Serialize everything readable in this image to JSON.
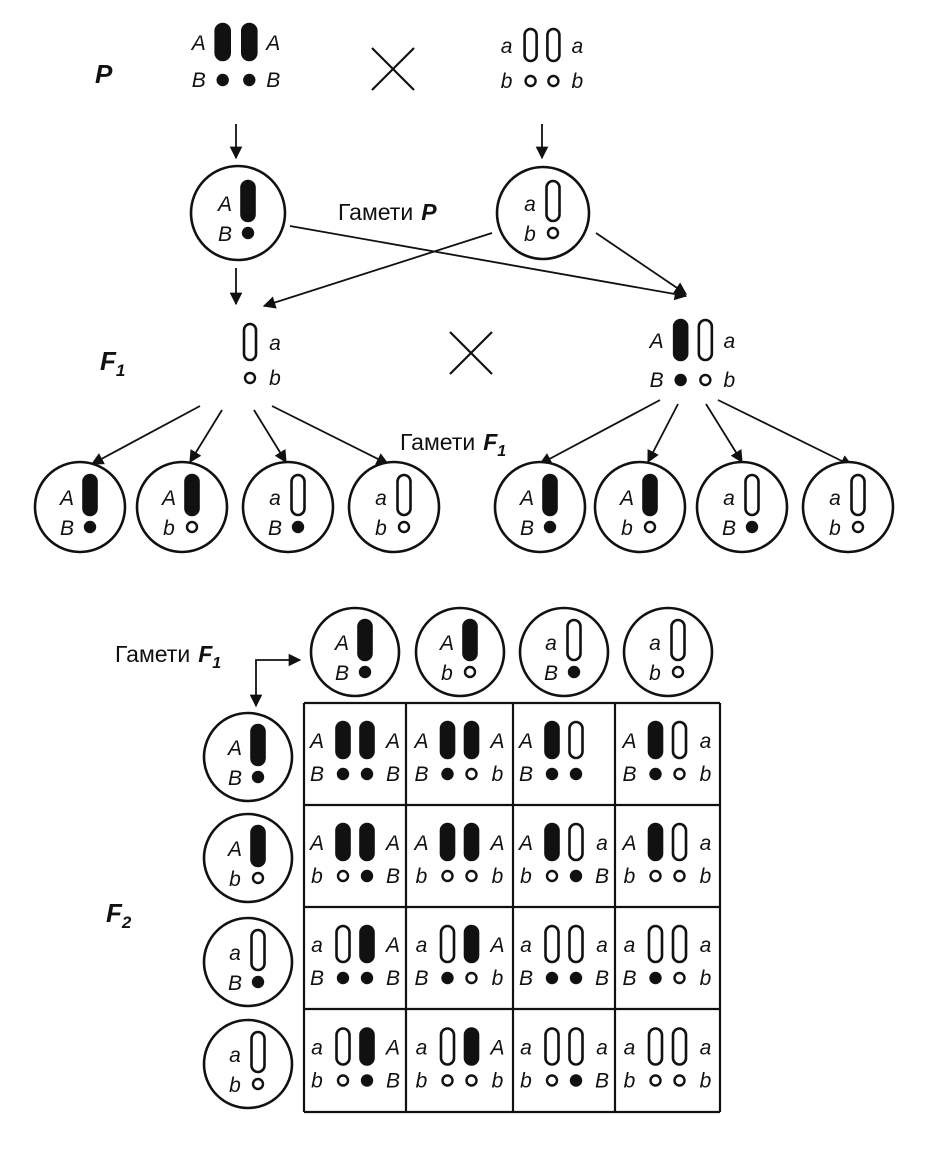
{
  "labels": {
    "P": "P",
    "F1": "F",
    "F1_sub": "1",
    "F2": "F",
    "F2_sub": "2",
    "gametes_P": "Гамети",
    "gametes_P_letter": "P",
    "gametes_F1_a": "Гамети",
    "gametes_F1_a_letter": "F",
    "gametes_F1_a_sub": "1",
    "gametes_F1_b": "Гамети",
    "gametes_F1_b_letter": "F",
    "gametes_F1_b_sub": "1"
  },
  "parents": [
    {
      "top": [
        "A",
        "A"
      ],
      "bot": [
        "B",
        "B"
      ]
    },
    {
      "top": [
        "a",
        "a"
      ],
      "bot": [
        "b",
        "b"
      ]
    }
  ],
  "gametes_P": [
    {
      "top": "A",
      "bot": "B"
    },
    {
      "top": "a",
      "bot": "b"
    }
  ],
  "f1": [
    {
      "top": [
        "",
        "a"
      ],
      "bot": [
        "",
        "b"
      ]
    },
    {
      "top": [
        "A",
        "a"
      ],
      "bot": [
        "B",
        "b"
      ]
    }
  ],
  "gametes_F1": [
    {
      "top": "A",
      "bot": "B"
    },
    {
      "top": "A",
      "bot": "b"
    },
    {
      "top": "a",
      "bot": "B"
    },
    {
      "top": "a",
      "bot": "b"
    },
    {
      "top": "A",
      "bot": "B"
    },
    {
      "top": "A",
      "bot": "b"
    },
    {
      "top": "a",
      "bot": "B"
    },
    {
      "top": "a",
      "bot": "b"
    }
  ],
  "punnett": {
    "cols": [
      {
        "top": "A",
        "bot": "B"
      },
      {
        "top": "A",
        "bot": "b"
      },
      {
        "top": "a",
        "bot": "B"
      },
      {
        "top": "a",
        "bot": "b"
      }
    ],
    "rows": [
      {
        "top": "A",
        "bot": "B"
      },
      {
        "top": "A",
        "bot": "b"
      },
      {
        "top": "a",
        "bot": "B"
      },
      {
        "top": "a",
        "bot": "b"
      }
    ],
    "cells": [
      [
        {
          "top": [
            "A",
            "A"
          ],
          "bot": [
            "B",
            "B"
          ]
        },
        {
          "top": [
            "A",
            "A"
          ],
          "bot": [
            "B",
            "b"
          ]
        },
        {
          "top": [
            "A",
            ""
          ],
          "bot": [
            "B",
            ""
          ]
        },
        {
          "top": [
            "A",
            "a"
          ],
          "bot": [
            "B",
            "b"
          ]
        }
      ],
      [
        {
          "top": [
            "A",
            "A"
          ],
          "bot": [
            "b",
            "B"
          ]
        },
        {
          "top": [
            "A",
            "A"
          ],
          "bot": [
            "b",
            "b"
          ]
        },
        {
          "top": [
            "A",
            "a"
          ],
          "bot": [
            "b",
            "B"
          ]
        },
        {
          "top": [
            "A",
            "a"
          ],
          "bot": [
            "b",
            "b"
          ]
        }
      ],
      [
        {
          "top": [
            "a",
            "A"
          ],
          "bot": [
            "B",
            "B"
          ]
        },
        {
          "top": [
            "a",
            "A"
          ],
          "bot": [
            "B",
            "b"
          ]
        },
        {
          "top": [
            "a",
            "a"
          ],
          "bot": [
            "B",
            "B"
          ]
        },
        {
          "top": [
            "a",
            "a"
          ],
          "bot": [
            "B",
            "b"
          ]
        }
      ],
      [
        {
          "top": [
            "a",
            "A"
          ],
          "bot": [
            "b",
            "B"
          ]
        },
        {
          "top": [
            "a",
            "A"
          ],
          "bot": [
            "b",
            "b"
          ]
        },
        {
          "top": [
            "a",
            "a"
          ],
          "bot": [
            "b",
            "B"
          ]
        },
        {
          "top": [
            "a",
            "a"
          ],
          "bot": [
            "b",
            "b"
          ]
        }
      ]
    ]
  },
  "colors": {
    "ink": "#111111",
    "background": "#ffffff"
  }
}
